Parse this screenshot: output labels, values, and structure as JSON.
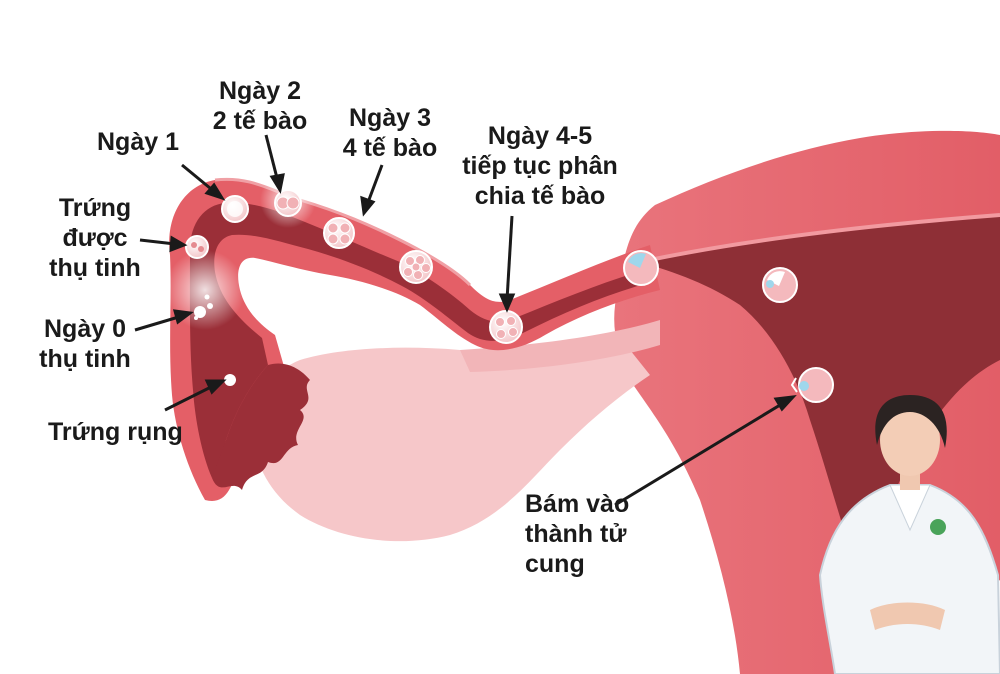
{
  "labels": {
    "day1": "Ngày 1",
    "day2": [
      "Ngày 2",
      "2 tế bào"
    ],
    "day3": [
      "Ngày 3",
      "4 tế bào"
    ],
    "day45": [
      "Ngày 4-5",
      "tiếp tục phân",
      "chia tế bào"
    ],
    "fertilized": [
      "Trứng",
      "được",
      "thụ tinh"
    ],
    "day0": [
      "Ngày 0",
      "thụ tinh"
    ],
    "ovulation": "Trứng rụng",
    "implant": [
      "Bám vào",
      "thành tử",
      "cung"
    ]
  },
  "colors": {
    "tube": "#e45f67",
    "tube_light": "#f2a3a6",
    "lumen": "#9b2f38",
    "ovary": "#f6c7c9",
    "uterus_wall": "#e97880",
    "uterus_cavity": "#8e2f36",
    "text": "#1a1a1a"
  }
}
